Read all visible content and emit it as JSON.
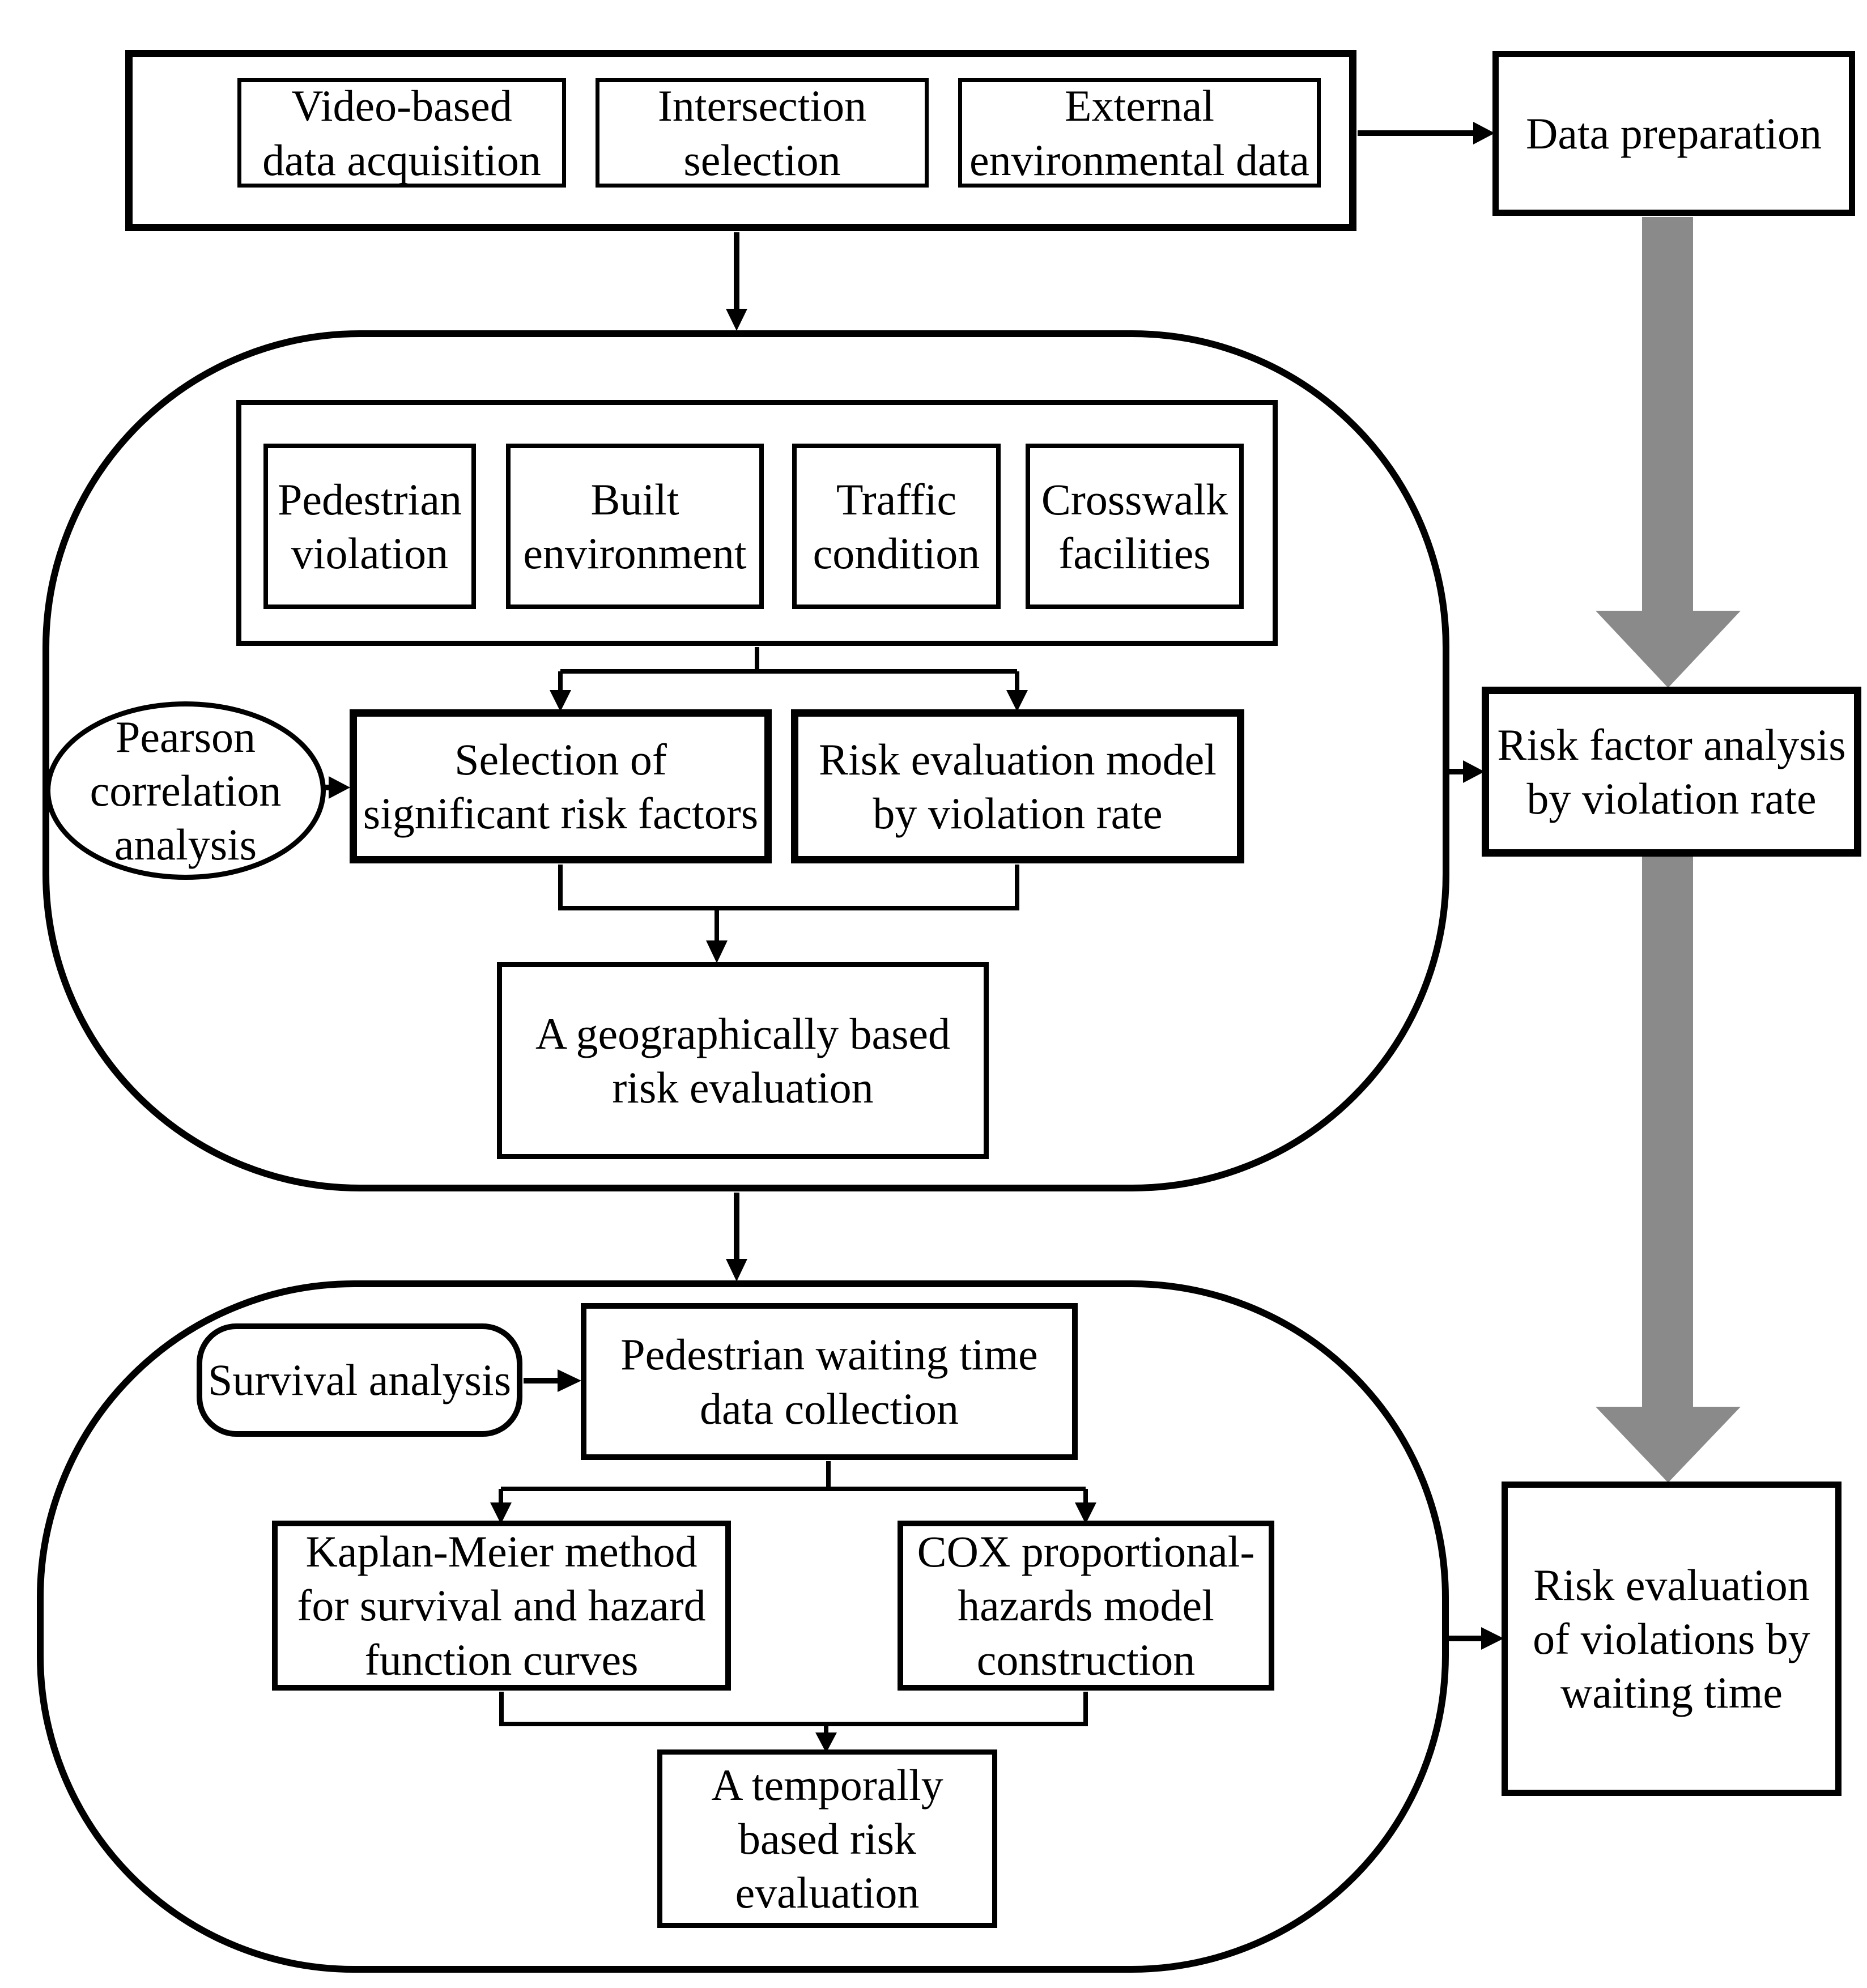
{
  "figure": {
    "type": "flowchart",
    "colors": {
      "line": "#000000",
      "flow_arrow": "#8a8a8a",
      "box_background": "#ffffff"
    }
  },
  "nodes": {
    "video_acquisition": {
      "label": "Video-based\ndata acquisition"
    },
    "intersection_selection": {
      "label": "Intersection\nselection"
    },
    "external_environmental": {
      "label": "External\nenvironmental data"
    },
    "data_preparation": {
      "label": "Data preparation"
    },
    "pedestrian_violation": {
      "label": "Pedestrian\nviolation"
    },
    "built_environment": {
      "label": "Built\nenvironment"
    },
    "traffic_condition": {
      "label": "Traffic\ncondition"
    },
    "crosswalk_facilities": {
      "label": "Crosswalk\nfacilities"
    },
    "pearson_analysis": {
      "label": "Pearson\ncorrelation\nanalysis"
    },
    "risk_factor_selection": {
      "label": "Selection of\nsignificant risk factors"
    },
    "risk_evaluation_model": {
      "label": "Risk evaluation model\nby violation rate"
    },
    "geographic_risk_evaluation": {
      "label": "A geographically based\nrisk evaluation"
    },
    "risk_factor_analysis": {
      "label": "Risk factor analysis\nby violation rate"
    },
    "survival_analysis": {
      "label": "Survival analysis"
    },
    "waiting_time_collection": {
      "label": "Pedestrian waiting time\ndata collection"
    },
    "kaplan_meier": {
      "label": "Kaplan-Meier method\nfor survival and hazard\nfunction curves"
    },
    "cox_model": {
      "label": "COX proportional-\nhazards model\nconstruction"
    },
    "temporal_risk_evaluation": {
      "label": "A temporally\nbased risk\nevaluation"
    },
    "risk_evaluation_waiting": {
      "label": "Risk evaluation\nof violations by\nwaiting time"
    }
  }
}
